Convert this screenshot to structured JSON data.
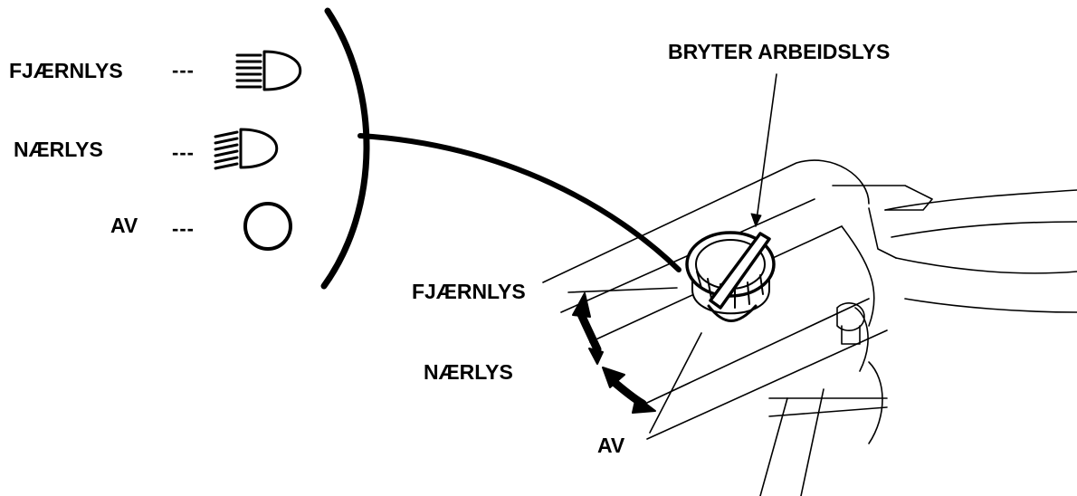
{
  "legend": {
    "items": [
      {
        "label": "FJÆRNLYS",
        "separator": "---",
        "icon": "high-beam-icon"
      },
      {
        "label": "NÆRLYS",
        "separator": "---",
        "icon": "low-beam-icon"
      },
      {
        "label": "AV",
        "separator": "---",
        "icon": "off-circle-icon"
      }
    ]
  },
  "callouts": {
    "switch_title": "BRYTER ARBEIDSLYS",
    "high": "FJÆRNLYS",
    "low": "NÆRLYS",
    "off": "AV"
  },
  "colors": {
    "ink": "#000000",
    "paper": "#ffffff"
  }
}
